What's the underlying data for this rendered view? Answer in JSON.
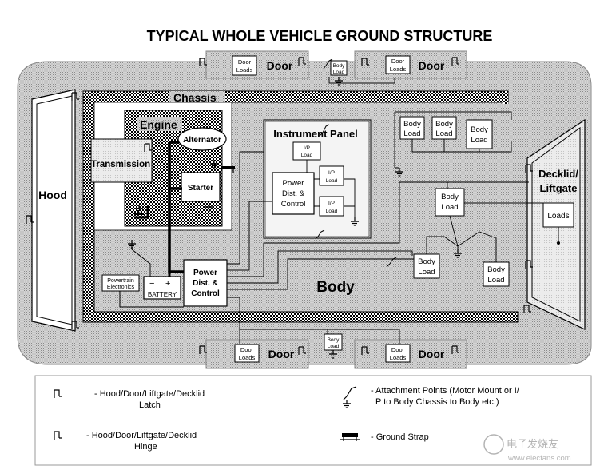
{
  "title": "TYPICAL WHOLE VEHICLE GROUND STRUCTURE",
  "labels": {
    "chassis": "Chassis",
    "engine": "Engine",
    "body": "Body",
    "hood": "Hood",
    "transmission": "Transmission",
    "alternator": "Alternator",
    "starter": "Starter",
    "instrument_panel": "Instrument Panel",
    "battery": "BATTERY",
    "battery_minus": "−",
    "battery_plus": "+",
    "powertrain_line1": "Powertrain",
    "powertrain_line2": "Electronics",
    "pdc_main": [
      "Power",
      "Dist. &",
      "Control"
    ],
    "pdc_ip": [
      "Power",
      "Dist. &",
      "Control"
    ],
    "ip_load": [
      "I/P",
      "Load"
    ],
    "door": "Door",
    "door_loads": [
      "Door",
      "Loads"
    ],
    "body_load": [
      "Body",
      "Load"
    ],
    "decklid_line1": "Decklid/",
    "decklid_line2": "Liftgate",
    "loads": "Loads"
  },
  "legend": {
    "latch_line1": "- Hood/Door/Liftgate/Decklid",
    "latch_line2": "Latch",
    "hinge_line1": "- Hood/Door/Liftgate/Decklid",
    "hinge_line2": "Hinge",
    "attach_line1": "- Attachment Points (Motor Mount or I/",
    "attach_line2": "P to Body Chassis to Body etc.)",
    "strap": "- Ground Strap"
  },
  "watermark": {
    "line1": "电子发烧友",
    "line2": "www.elecfans.com"
  }
}
